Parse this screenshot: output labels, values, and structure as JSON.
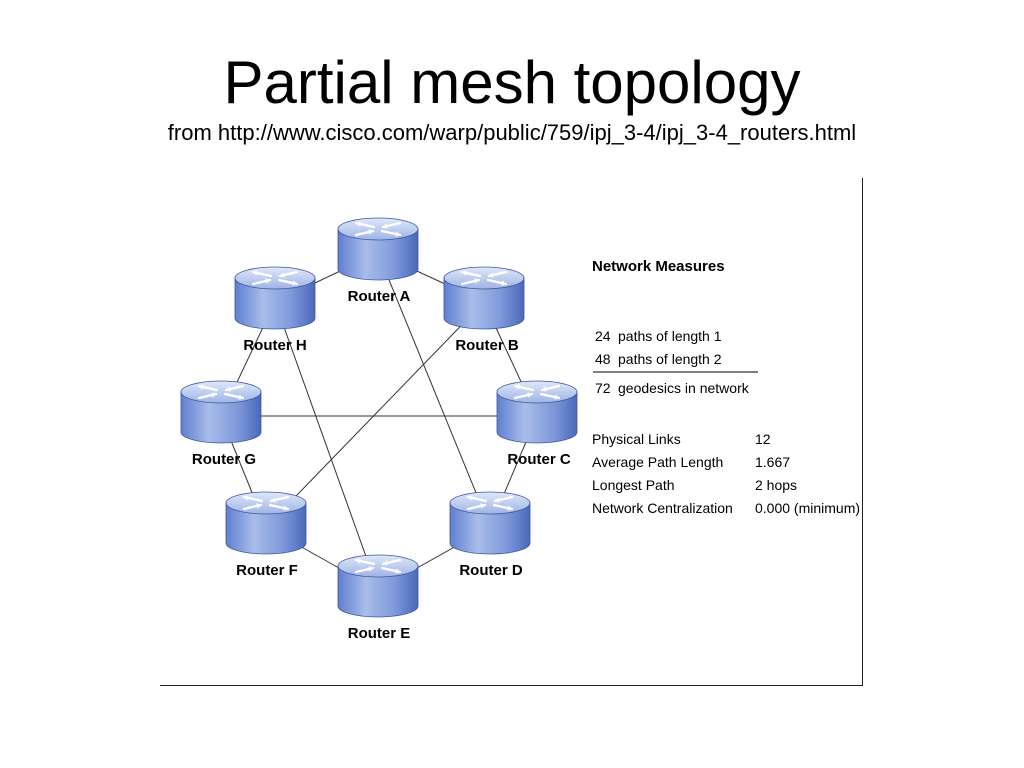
{
  "slide": {
    "title": "Partial mesh topology",
    "subtitle": "from http://www.cisco.com/warp/public/759/ipj_3-4/ipj_3-4_routers.html"
  },
  "routers": [
    {
      "id": "A",
      "label": "Router A"
    },
    {
      "id": "B",
      "label": "Router B"
    },
    {
      "id": "C",
      "label": "Router C"
    },
    {
      "id": "D",
      "label": "Router D"
    },
    {
      "id": "E",
      "label": "Router E"
    },
    {
      "id": "F",
      "label": "Router F"
    },
    {
      "id": "G",
      "label": "Router G"
    },
    {
      "id": "H",
      "label": "Router H"
    }
  ],
  "links": [
    [
      "A",
      "B"
    ],
    [
      "B",
      "C"
    ],
    [
      "C",
      "D"
    ],
    [
      "D",
      "E"
    ],
    [
      "E",
      "F"
    ],
    [
      "F",
      "G"
    ],
    [
      "G",
      "H"
    ],
    [
      "H",
      "A"
    ],
    [
      "A",
      "D"
    ],
    [
      "B",
      "F"
    ],
    [
      "C",
      "G"
    ],
    [
      "H",
      "E"
    ]
  ],
  "measures": {
    "heading": "Network Measures",
    "paths": [
      {
        "count": "24",
        "text": "paths of length 1"
      },
      {
        "count": "48",
        "text": "paths of length 2"
      }
    ],
    "total": {
      "count": "72",
      "text": "geodesics in network"
    },
    "stats": [
      {
        "label": "Physical Links",
        "value": "12"
      },
      {
        "label": "Average Path Length",
        "value": "1.667"
      },
      {
        "label": "Longest Path",
        "value": "2 hops"
      },
      {
        "label": "Network Centralization",
        "value": "0.000 (minimum)"
      }
    ]
  },
  "colors": {
    "router_body": "#8fa8e0",
    "router_top": "#c9d6f3",
    "router_arrows": "#ffffff",
    "link": "#333333"
  },
  "icons": {
    "router": "router-icon"
  }
}
